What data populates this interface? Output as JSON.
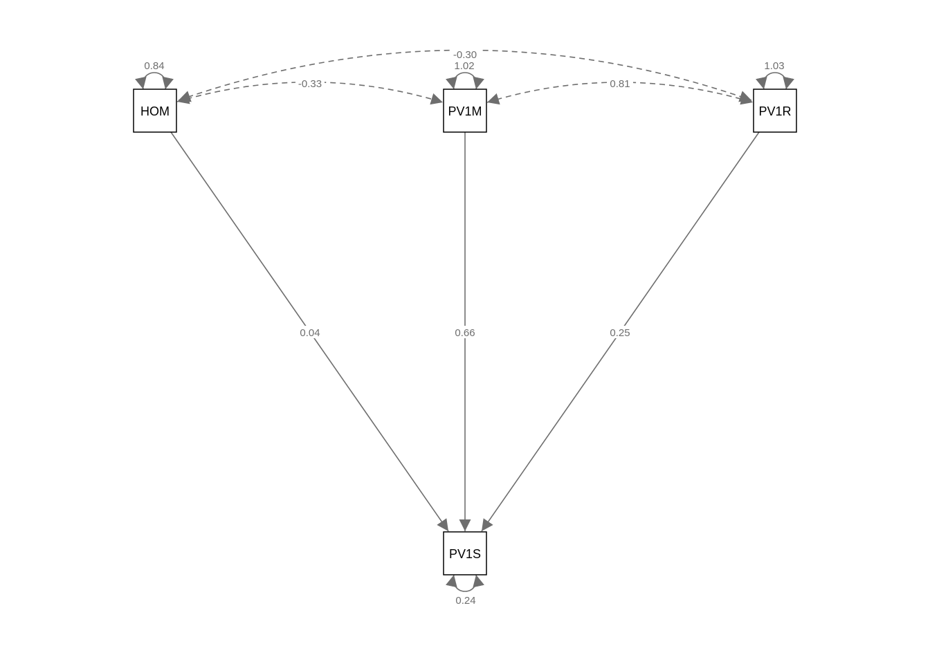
{
  "nodes": {
    "hom": {
      "label": "HOM"
    },
    "pv1m": {
      "label": "PV1M"
    },
    "pv1r": {
      "label": "PV1R"
    },
    "pv1s": {
      "label": "PV1S"
    }
  },
  "paths": {
    "hom_to_pv1s": "0.04",
    "pv1m_to_pv1s": "0.66",
    "pv1r_to_pv1s": "0.25"
  },
  "covariances": {
    "hom_pv1r": "-0.30",
    "hom_pv1m": "-0.33",
    "pv1m_pv1r": "0.81"
  },
  "variances": {
    "hom": "0.84",
    "pv1m": "1.02",
    "pv1r": "1.03",
    "pv1s": "0.24"
  },
  "colors": {
    "edge": "#6e6e6e",
    "node_border": "#000000",
    "background": "#ffffff"
  }
}
